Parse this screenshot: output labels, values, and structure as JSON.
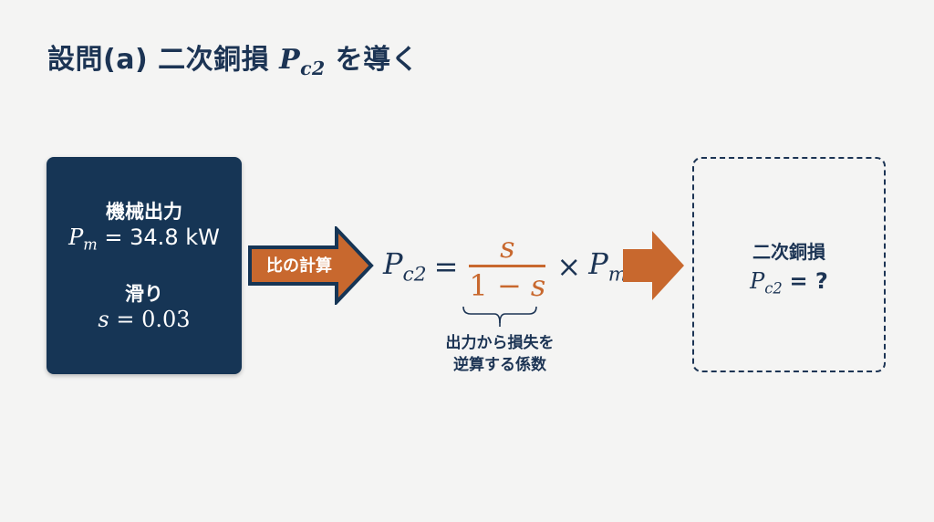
{
  "title": {
    "prefix": "設問(a) 二次銅損 ",
    "symbol": "P",
    "symbol_sub": "c2",
    "suffix": " を導く"
  },
  "given": {
    "mech_label": "機械出力",
    "mech_symbol": "P",
    "mech_sub": "m",
    "mech_value": "= 34.8 kW",
    "slip_label": "滑り",
    "slip_symbol": "s",
    "slip_value": "= 0.03"
  },
  "ratio_arrow": {
    "label": "比の計算",
    "color": "#c8682e",
    "outline": "#163555"
  },
  "formula": {
    "lhs_symbol": "P",
    "lhs_sub": "c2",
    "equals": "=",
    "numerator": "s",
    "denominator_num": "1 − ",
    "denominator_var": "s",
    "times": "×",
    "rhs_symbol": "P",
    "rhs_sub": "m",
    "highlight_color": "#c8682e"
  },
  "brace_note": {
    "line1": "出力から損失を",
    "line2": "逆算する係数"
  },
  "result": {
    "label": "二次銅損",
    "symbol": "P",
    "sub": "c2",
    "value": "= ?"
  },
  "colors": {
    "navy": "#163555",
    "text": "#1c3454",
    "orange": "#c8682e",
    "background": "#f4f4f3"
  }
}
